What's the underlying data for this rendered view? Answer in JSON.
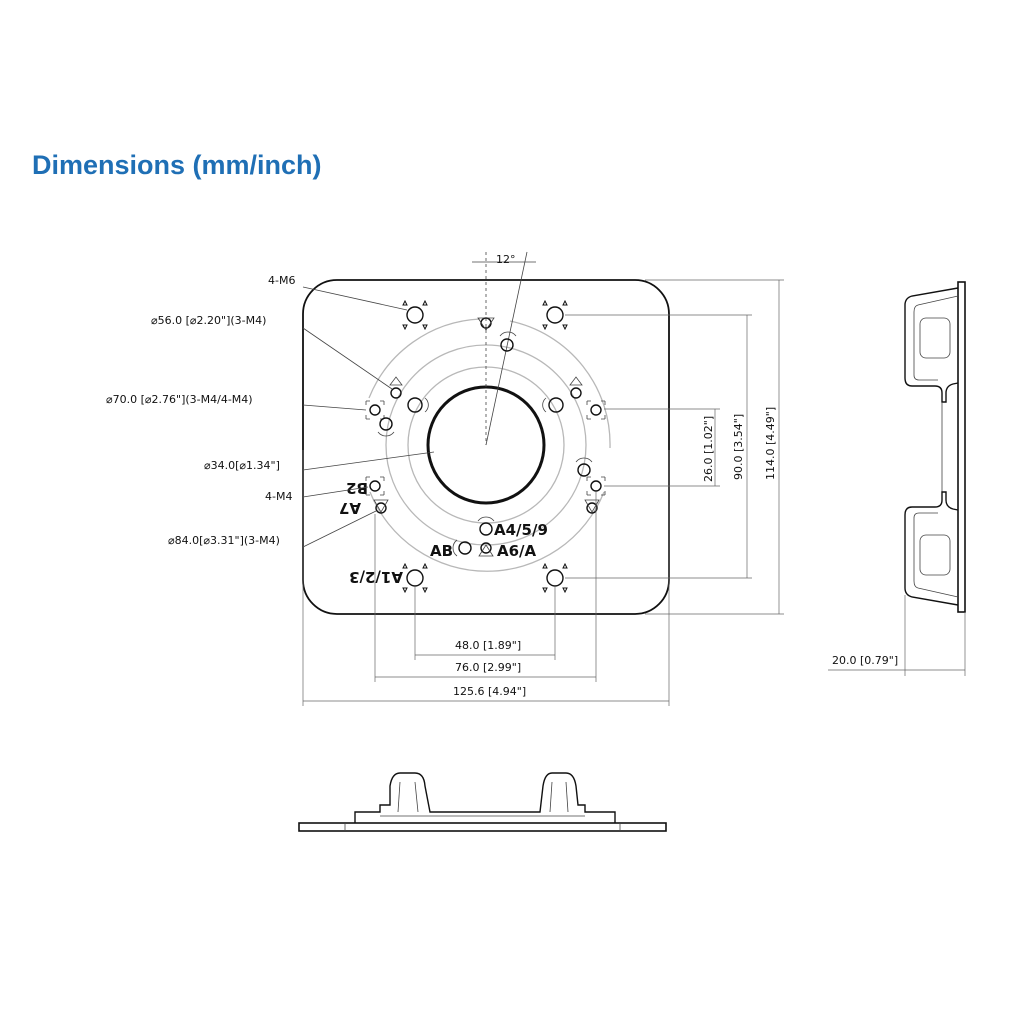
{
  "title": "Dimensions (mm/inch)",
  "top_view": {
    "angle": "12°",
    "callouts": {
      "m6": "4-M6",
      "d56": "⌀56.0 [⌀2.20\"](3-M4)",
      "d70": "⌀70.0 [⌀2.76\"](3-M4/4-M4)",
      "d34": "⌀34.0[⌀1.34\"]",
      "m4": "4-M4",
      "d84": "⌀84.0[⌀3.31\"](3-M4)"
    },
    "marks": {
      "b2": "B2",
      "a7": "A7",
      "a123": "A1/2/3",
      "a459": "A4/5/9",
      "a6a": "A6/A",
      "ab": "AB"
    },
    "dims": {
      "h26": "26.0 [1.02\"]",
      "h90": "90.0 [3.54\"]",
      "h114": "114.0 [4.49\"]",
      "w48": "48.0 [1.89\"]",
      "w76": "76.0 [2.99\"]",
      "w125": "125.6 [4.94\"]"
    }
  },
  "side_view": {
    "depth": "20.0 [0.79\"]"
  }
}
